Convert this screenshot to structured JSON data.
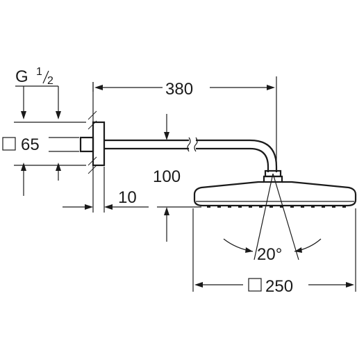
{
  "dimensions": {
    "thread_prefix": "G",
    "thread_num": "1",
    "thread_den": "2",
    "flange_size": "65",
    "arm_length": "380",
    "arm_drop": "100",
    "wall_gap": "10",
    "tilt_angle": "20°",
    "head_size": "250"
  },
  "symbols": {
    "square_symbol": "square-icon"
  }
}
